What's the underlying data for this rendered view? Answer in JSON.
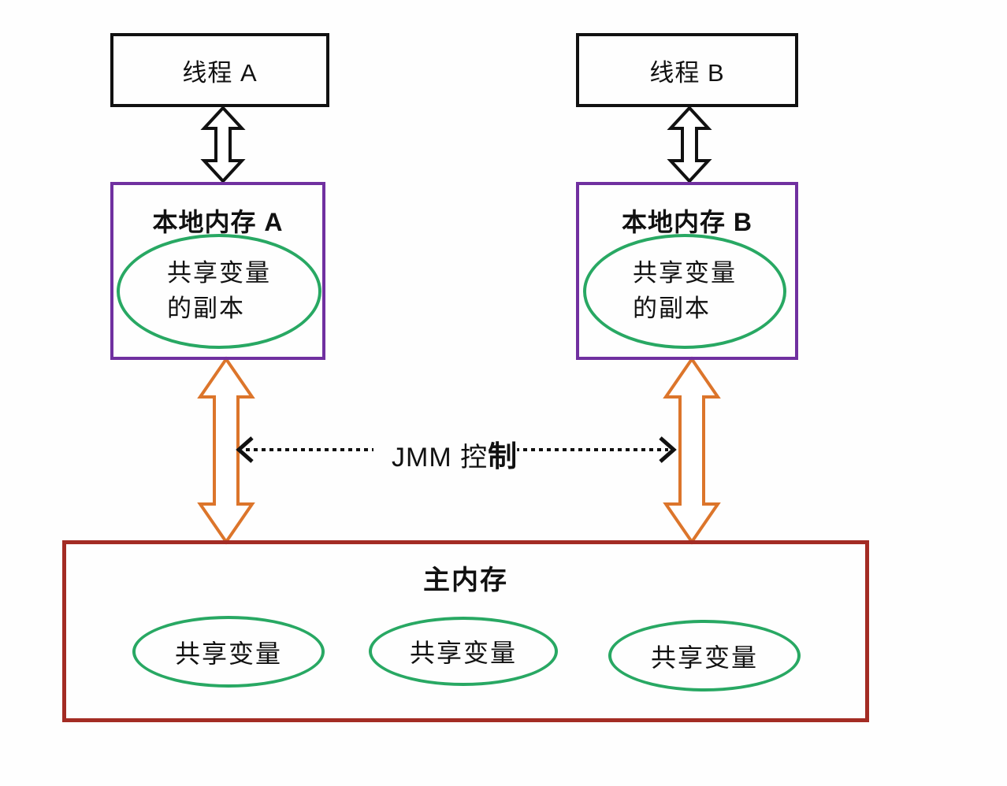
{
  "colors": {
    "thread_border": "#111111",
    "local_memory_border": "#7030A0",
    "shared_var_ellipse": "#28A863",
    "local_main_arrow": "#DC752B",
    "main_memory_border": "#A32C24",
    "jmm_arrow": "#111111"
  },
  "thread_a": {
    "label": "线程 A"
  },
  "thread_b": {
    "label": "线程 B"
  },
  "local_memory_a": {
    "title": "本地内存 A",
    "ellipse": {
      "line1": "共享变量",
      "line2": "的副本"
    }
  },
  "local_memory_b": {
    "title": "本地内存 B",
    "ellipse": {
      "line1": "共享变量",
      "line2": "的副本"
    }
  },
  "jmm_control": {
    "text_regular": "JMM 控",
    "text_bold": "制"
  },
  "main_memory": {
    "title": "主内存",
    "shared_vars": [
      "共享变量",
      "共享变量",
      "共享变量"
    ]
  }
}
